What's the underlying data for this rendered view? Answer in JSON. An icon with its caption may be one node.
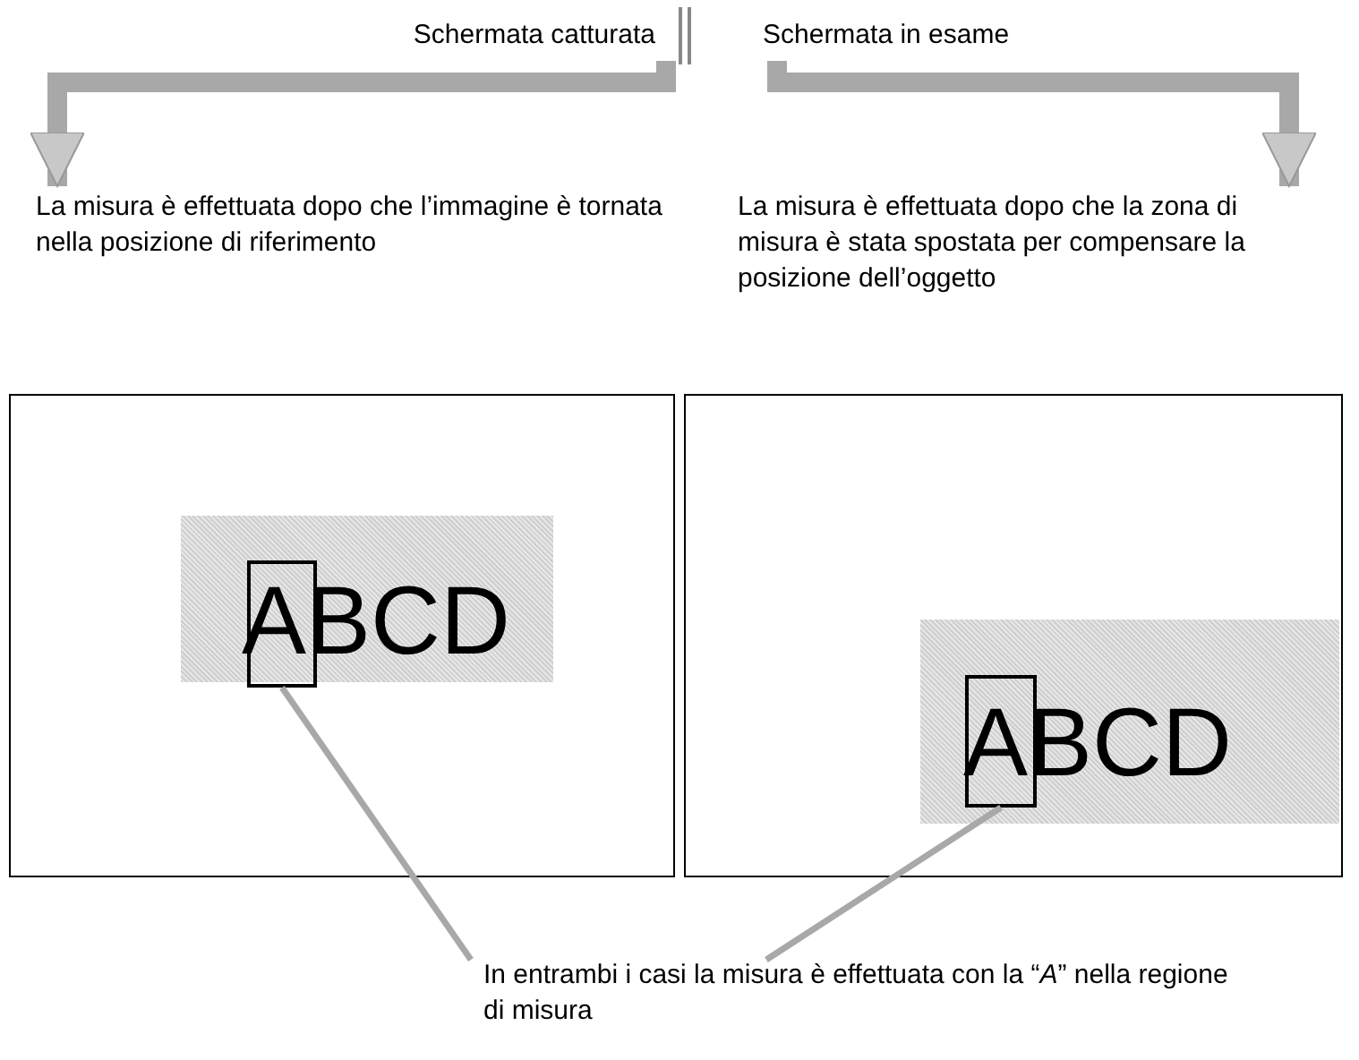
{
  "diagram": {
    "nodes": [
      {
        "text": [
          "Schermata catturata"
        ]
      },
      {
        "text": [
          "Schermata in esame"
        ]
      },
      {
        "text": [
          "La misura è effettuata dopo che l’immagine è tornata nella posizione di riferimento"
        ]
      },
      {
        "text": [
          "La misura è effettuata dopo che la zona di misura è stata spostata per compensare la posizione dell’oggetto"
        ]
      },
      {
        "text": [],
        "shape": "box"
      },
      {
        "text": [],
        "shape": "box"
      },
      {
        "text": [
          "ABCD"
        ],
        "in": 4
      },
      {
        "text": [],
        "shape": "box",
        "in": 6
      },
      {
        "text": [
          "ABCD"
        ],
        "in": 5
      },
      {
        "text": [],
        "shape": "box",
        "in": 8
      },
      {
        "text": [
          "In entrambi i casi la misura è effettuata con la “*A*” nella regione di misura"
        ]
      }
    ],
    "edges": [
      {
        "from": 0,
        "to": 2,
        "arrow": "to",
        "style": "thick"
      },
      {
        "from": 1,
        "to": 3,
        "arrow": "to",
        "style": "thick"
      },
      {
        "from": 10,
        "to": 7,
        "arrow": "none"
      },
      {
        "from": 10,
        "to": 9,
        "arrow": "none"
      }
    ]
  }
}
